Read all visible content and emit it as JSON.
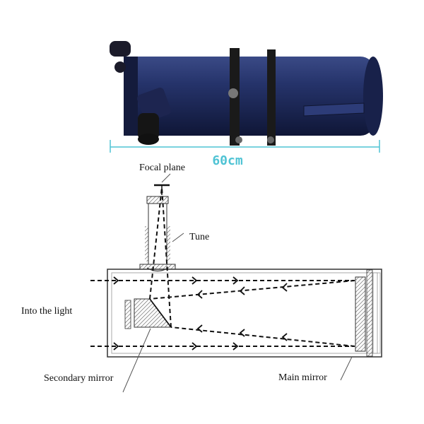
{
  "photo": {
    "dimension_label": "60cm",
    "tube_color": "#1f2a5a",
    "dimension_color": "#4fc3d4"
  },
  "diagram": {
    "labels": {
      "focal_plane": "Focal plane",
      "tune": "Tune",
      "into_light": "Into the light",
      "secondary_mirror": "Secondary mirror",
      "main_mirror": "Main mirror"
    }
  }
}
